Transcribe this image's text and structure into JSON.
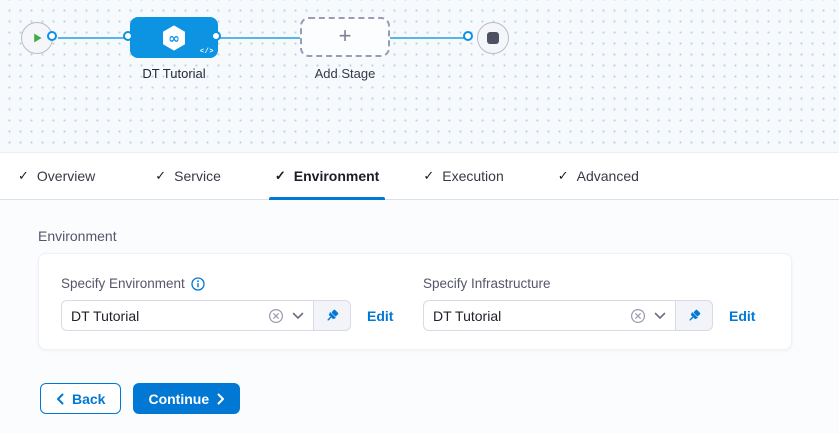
{
  "canvas": {
    "stage_label": "DT Tutorial",
    "add_stage_label": "Add Stage",
    "add_stage_plus": "+",
    "stage_icon_glyph": "∞",
    "code_badge": "</>"
  },
  "tabs": [
    {
      "label": "Overview",
      "check": "✓",
      "active": false
    },
    {
      "label": "Service",
      "check": "✓",
      "active": false
    },
    {
      "label": "Environment",
      "check": "✓",
      "active": true
    },
    {
      "label": "Execution",
      "check": "✓",
      "active": false
    },
    {
      "label": "Advanced",
      "check": "✓",
      "active": false
    }
  ],
  "section": {
    "heading": "Environment",
    "fields": [
      {
        "label": "Specify Environment",
        "value": "DT Tutorial",
        "edit_label": "Edit",
        "has_info": true
      },
      {
        "label": "Specify Infrastructure",
        "value": "DT Tutorial",
        "edit_label": "Edit",
        "has_info": false
      }
    ]
  },
  "footer": {
    "back_label": "Back",
    "continue_label": "Continue"
  },
  "colors": {
    "accent_blue": "#0278d5",
    "stage_node_blue": "#0c93e2",
    "edge_blue": "#58b5e8",
    "play_green": "#42ab45",
    "stop_gray": "#4f5162",
    "canvas_bg": "#f6fafd",
    "content_bg": "#fafcfe"
  }
}
